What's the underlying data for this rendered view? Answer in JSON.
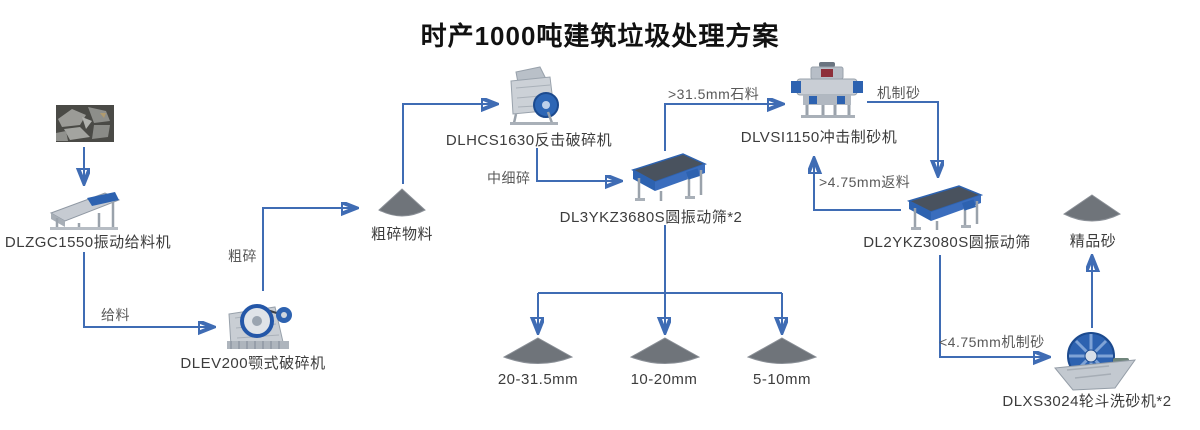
{
  "title": "时产1000吨建筑垃圾处理方案",
  "colors": {
    "flow_line": "#3f6cb4",
    "machine_blue": "#2d62b0",
    "machine_gray": "#c9ced5",
    "pile_gray": "#6f747a",
    "label_text": "#3c3c3c",
    "flow_text": "#595959"
  },
  "nodes": {
    "feeder": {
      "label": "DLZGC1550振动给料机"
    },
    "jaw": {
      "label": "DLEV200颚式破碎机"
    },
    "impact": {
      "label": "DLHCS1630反击破碎机"
    },
    "screen3": {
      "label": "DL3YKZ3680S圆振动筛*2"
    },
    "vsi": {
      "label": "DLVSI1150冲击制砂机"
    },
    "screen2": {
      "label": "DL2YKZ3080S圆振动筛"
    },
    "washer": {
      "label": "DLXS3024轮斗洗砂机*2"
    }
  },
  "piles": {
    "coarse": {
      "label": "粗碎物料"
    },
    "p20_315": {
      "label": "20-31.5mm"
    },
    "p10_20": {
      "label": "10-20mm"
    },
    "p5_10": {
      "label": "5-10mm"
    },
    "fine_sand": {
      "label": "精品砂"
    }
  },
  "flows": {
    "feed": {
      "label": "给料"
    },
    "coarse_crush": {
      "label": "粗碎"
    },
    "medium_fine_crush": {
      "label": "中细碎"
    },
    "gt_315_stone": {
      "label": ">31.5mm石料"
    },
    "machine_sand": {
      "label": "机制砂"
    },
    "gt_475_return": {
      "label": ">4.75mm返料"
    },
    "lt_475_sand": {
      "label": "<4.75mm机制砂"
    }
  }
}
